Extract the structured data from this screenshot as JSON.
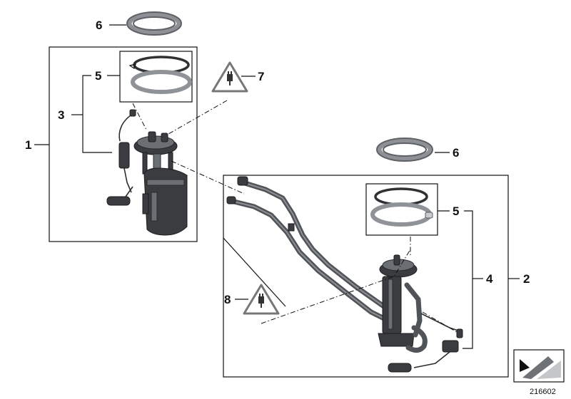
{
  "callouts": {
    "c1": "1",
    "c2": "2",
    "c3": "3",
    "c4": "4",
    "c5a": "5",
    "c5b": "5",
    "c6a": "6",
    "c6b": "6",
    "c7": "7",
    "c8": "8"
  },
  "ref_number": "216602",
  "icons": {
    "warning_a": "electrostatic-warning-icon",
    "warning_b": "electrostatic-warning-icon",
    "corner": "view-direction-arrow-icon"
  },
  "colors": {
    "line": "#111111",
    "part_dark": "#3a3c3f",
    "part_mid": "#6b6e72",
    "ring": "#8d9094",
    "background": "#ffffff"
  }
}
